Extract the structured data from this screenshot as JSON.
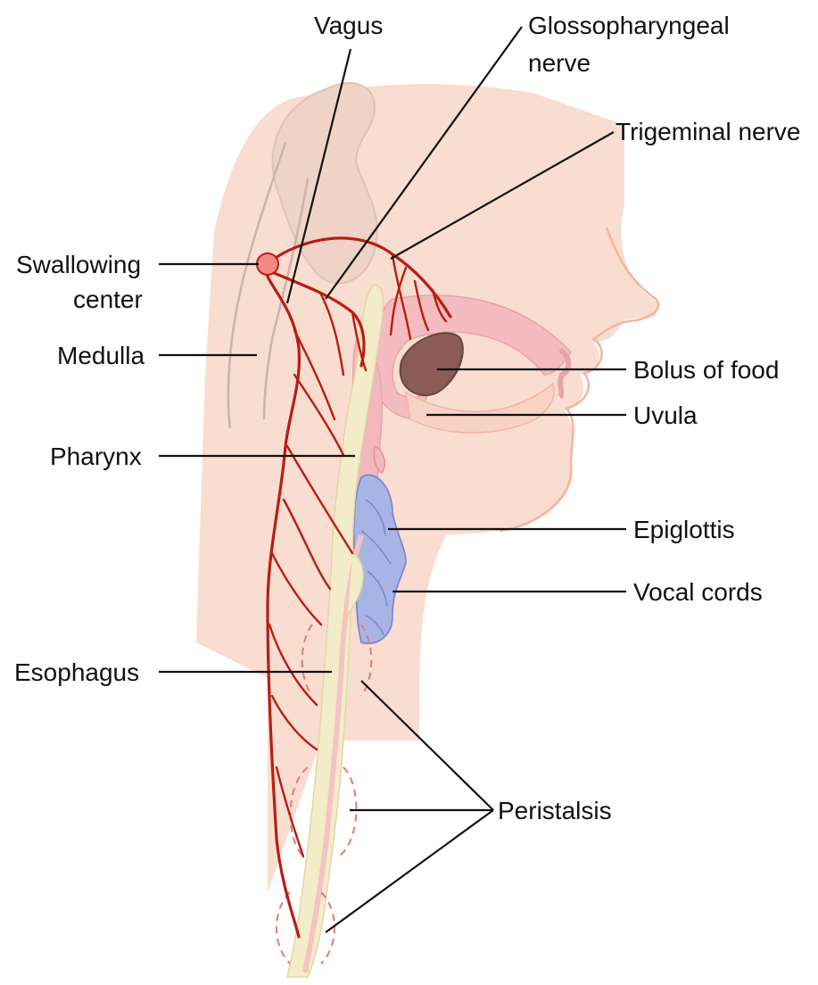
{
  "labels": {
    "vagus": "Vagus",
    "glossopharyngeal_1": "Glossopharyngeal",
    "glossopharyngeal_2": "nerve",
    "trigeminal": "Trigeminal nerve",
    "swallowing_1": "Swallowing",
    "swallowing_2": "center",
    "medulla": "Medulla",
    "bolus": "Bolus of food",
    "uvula": "Uvula",
    "pharynx": "Pharynx",
    "epiglottis": "Epiglottis",
    "vocal_cords": "Vocal cords",
    "esophagus": "Esophagus",
    "peristalsis": "Peristalsis"
  },
  "colors": {
    "skin": "#f8ddd0",
    "skin_outline": "#f3b8a8",
    "brain": "#f0d8cc",
    "nerve": "#b81d12",
    "esophagus": "#f3ecc8",
    "pharynx": "#f2b8bd",
    "bolus": "#8a5c55",
    "epiglottis": "#a9b4e6"
  }
}
